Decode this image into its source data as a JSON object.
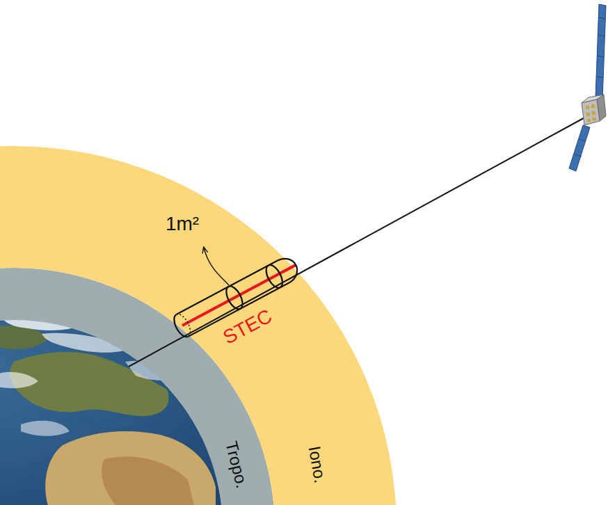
{
  "diagram": {
    "nodes": [
      {
        "text": [
          "Tropo."
        ]
      },
      {
        "text": [
          "Iono."
        ]
      }
    ],
    "labels": [
      "1m²",
      "STEC"
    ]
  }
}
